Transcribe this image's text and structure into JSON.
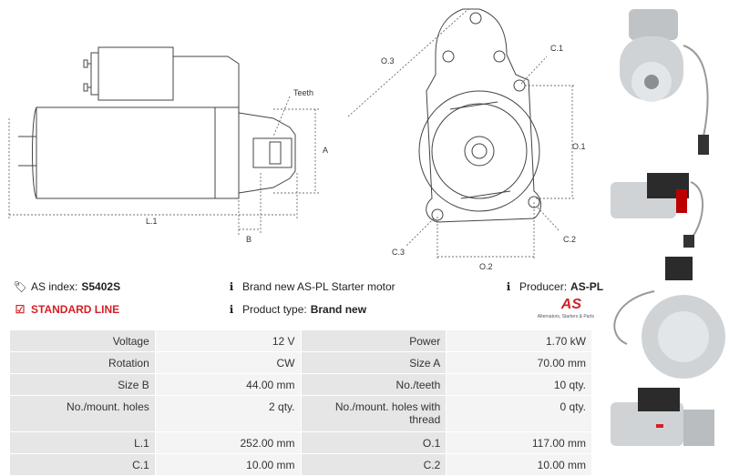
{
  "diagram": {
    "labels": {
      "teeth": "Teeth",
      "a": "A",
      "l1": "L.1",
      "b": "B",
      "o3": "O.3",
      "c1": "C.1",
      "o1": "O.1",
      "c3": "C.3",
      "c2": "C.2",
      "o2": "O.2"
    }
  },
  "info": {
    "as_index_label": "AS index:",
    "as_index_value": "S5402S",
    "line_label": "STANDARD LINE",
    "description": "Brand new AS-PL Starter motor",
    "producer_label": "Producer:",
    "producer_value": "AS-PL",
    "product_type_label": "Product type:",
    "product_type_value": "Brand new"
  },
  "logo": {
    "mark": "AS",
    "tagline": "Alternators, Starters & Parts"
  },
  "specs": [
    {
      "l1": "Voltage",
      "v1": "12 V",
      "l2": "Power",
      "v2": "1.70 kW"
    },
    {
      "l1": "Rotation",
      "v1": "CW",
      "l2": "Size A",
      "v2": "70.00 mm"
    },
    {
      "l1": "Size B",
      "v1": "44.00 mm",
      "l2": "No./teeth",
      "v2": "10 qty."
    },
    {
      "l1": "No./mount. holes",
      "v1": "2 qty.",
      "l2": "No./mount. holes with thread",
      "v2": "0 qty."
    },
    {
      "l1": "L.1",
      "v1": "252.00 mm",
      "l2": "O.1",
      "v2": "117.00 mm"
    },
    {
      "l1": "C.1",
      "v1": "10.00 mm",
      "l2": "C.2",
      "v2": "10.00 mm"
    }
  ]
}
